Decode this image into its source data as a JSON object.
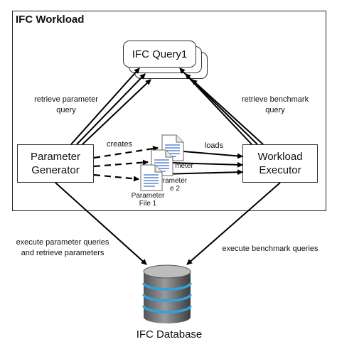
{
  "workload": {
    "title": "IFC Workload"
  },
  "query": {
    "label": "IFC Query1"
  },
  "generator": {
    "line1": "Parameter",
    "line2": "Generator"
  },
  "executor": {
    "line1": "Workload",
    "line2": "Executor"
  },
  "files": [
    {
      "line1": "Parameter",
      "line2": "File 1"
    },
    {
      "line1": "rameter",
      "line2": "e 2"
    },
    {
      "line1": "meter",
      "line2": ""
    }
  ],
  "edges": {
    "retrieve_param": {
      "line1": "retrieve parameter",
      "line2": "query"
    },
    "retrieve_bench": {
      "line1": "retrieve benchmark",
      "line2": "query"
    },
    "creates": "creates",
    "loads": "loads",
    "exec_param": {
      "line1": "execute parameter queries",
      "line2": "and retrieve parameters"
    },
    "exec_bench": "execute benchmark queries"
  },
  "database": {
    "label": "IFC Database"
  }
}
